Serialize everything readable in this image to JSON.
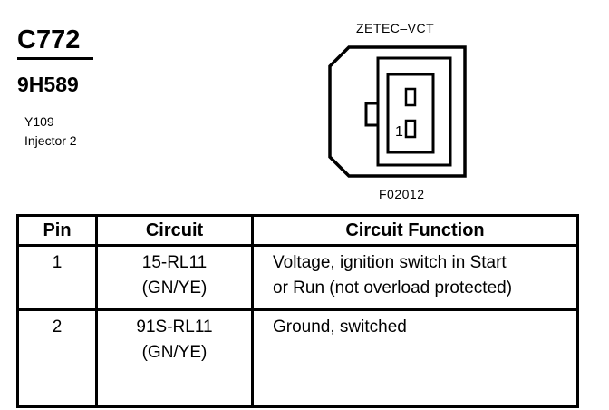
{
  "header": {
    "connector_id": "C772",
    "part_number": "9H589",
    "location_code": "Y109",
    "component_name": "Injector 2"
  },
  "figure": {
    "engine_label": "ZETEC–VCT",
    "figure_code": "F02012",
    "pin_labels": [
      "1"
    ]
  },
  "table": {
    "headers": [
      "Pin",
      "Circuit",
      "Circuit Function"
    ],
    "rows": [
      {
        "pin": "1",
        "circuit": [
          "15-RL11",
          "(GN/YE)"
        ],
        "function": [
          "Voltage, ignition switch in Start",
          "or Run (not overload protected)"
        ]
      },
      {
        "pin": "2",
        "circuit": [
          "91S-RL11",
          "(GN/YE)"
        ],
        "function": [
          "Ground, switched"
        ]
      }
    ]
  }
}
